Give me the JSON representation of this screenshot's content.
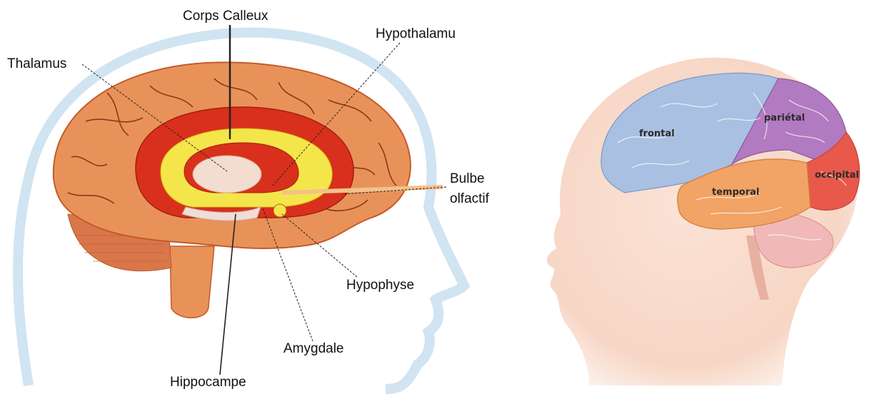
{
  "left_diagram": {
    "labels": {
      "corps_calleux": "Corps Calleux",
      "thalamus": "Thalamus",
      "hypothalamus": "Hypothalamu",
      "bulbe_olfactif_line1": "Bulbe",
      "bulbe_olfactif_line2": "olfactif",
      "hypophyse": "Hypophyse",
      "amygdale": "Amygdale",
      "hippocampe": "Hippocampe"
    },
    "colors": {
      "cortex": "#e8925a",
      "cortex_outline": "#c45a2a",
      "corpus": "#d8301c",
      "inner_yellow": "#f4e64a",
      "head_outline": "#c8dff0"
    }
  },
  "right_diagram": {
    "lobes": {
      "frontal": "frontal",
      "parietal": "pariétal",
      "temporal": "temporal",
      "occipital": "occipital"
    },
    "colors": {
      "frontal": "#a9c0e2",
      "parietal": "#b27ac0",
      "temporal": "#f2a366",
      "occipital": "#e8594c",
      "cerebellum": "#f1b8b8",
      "skin": "#f7d6c5"
    }
  }
}
